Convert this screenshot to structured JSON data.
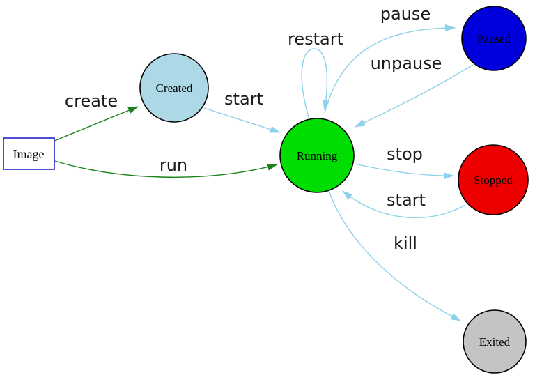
{
  "diagram": {
    "background": "#ffffff",
    "edge_colors": {
      "dark_green": "#1a821a",
      "light_blue": "#8ed1ec"
    },
    "nodes": [
      {
        "id": "image",
        "label": "Image",
        "shape": "rect",
        "fill": "#ffffff",
        "stroke": "#2222cc"
      },
      {
        "id": "created",
        "label": "Created",
        "shape": "circle",
        "fill": "#add8e6",
        "stroke": "#000000"
      },
      {
        "id": "running",
        "label": "Running",
        "shape": "circle",
        "fill": "#00dd00",
        "stroke": "#000000"
      },
      {
        "id": "paused",
        "label": "Paused",
        "shape": "circle",
        "fill": "#0000dd",
        "stroke": "#000000"
      },
      {
        "id": "stopped",
        "label": "Stopped",
        "shape": "circle",
        "fill": "#ee0000",
        "stroke": "#000000"
      },
      {
        "id": "exited",
        "label": "Exited",
        "shape": "circle",
        "fill": "#c4c4c4",
        "stroke": "#000000"
      }
    ],
    "edges": [
      {
        "label": "create",
        "from": "image",
        "to": "created",
        "color": "#1a821a"
      },
      {
        "label": "run",
        "from": "image",
        "to": "running",
        "color": "#1a821a"
      },
      {
        "label": "start",
        "from": "created",
        "to": "running",
        "color": "#8ed1ec"
      },
      {
        "label": "restart",
        "from": "running",
        "to": "running",
        "color": "#8ed1ec"
      },
      {
        "label": "pause",
        "from": "running",
        "to": "paused",
        "color": "#8ed1ec"
      },
      {
        "label": "unpause",
        "from": "paused",
        "to": "running",
        "color": "#8ed1ec"
      },
      {
        "label": "stop",
        "from": "running",
        "to": "stopped",
        "color": "#8ed1ec"
      },
      {
        "label": "start",
        "from": "stopped",
        "to": "running",
        "color": "#8ed1ec"
      },
      {
        "label": "kill",
        "from": "running",
        "to": "exited",
        "color": "#8ed1ec"
      }
    ]
  }
}
